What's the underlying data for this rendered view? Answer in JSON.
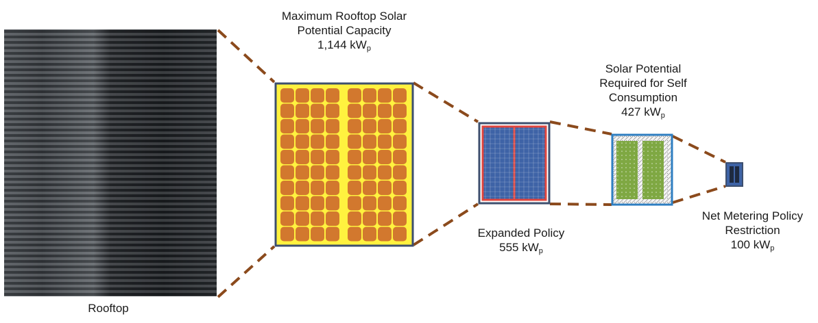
{
  "stages": {
    "rooftop": {
      "line1": "Rooftop"
    },
    "maximum": {
      "line1": "Maximum  Rooftop Solar",
      "line2": "Potential Capacity",
      "value": "1,144 kW",
      "unit_sub": "p"
    },
    "expanded": {
      "line1": "Expanded Policy",
      "value": "555 kW",
      "unit_sub": "p"
    },
    "self": {
      "line1": "Solar Potential",
      "line2": "Required for Self",
      "line3": "Consumption",
      "value": "427 kW",
      "unit_sub": "p"
    },
    "net": {
      "line1": "Net Metering Policy",
      "line2": "Restriction",
      "value": "100 kW",
      "unit_sub": "p"
    }
  },
  "colors": {
    "connector": "#8b4a1c",
    "frame": "#3d4f6e",
    "orange_cell": "#d2782e",
    "yellow_bg": "#fff23f",
    "blue_cell": "#3e63a6",
    "red_border": "#e0453d",
    "green_cell": "#7fa843",
    "light_blue_frame": "#2e7ec1"
  },
  "icons": {
    "rooftop": "corrugated-roof-image",
    "maximum": "solar-panel-array-icon",
    "expanded": "solar-panel-array-icon",
    "self": "solar-panel-array-icon",
    "net": "small-solar-panel-icon"
  }
}
